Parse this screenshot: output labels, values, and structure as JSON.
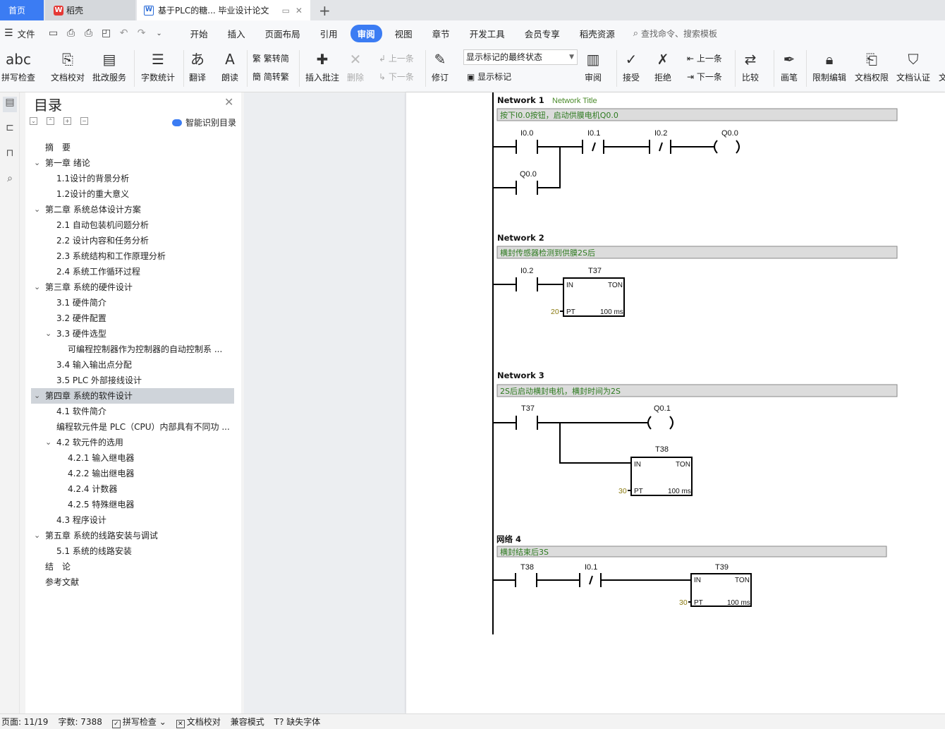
{
  "tabs": {
    "home": "首页",
    "daoke": "稻壳",
    "document": "基于PLC的糖... 毕业设计论文"
  },
  "menu": {
    "file": "文件",
    "items": [
      "开始",
      "插入",
      "页面布局",
      "引用",
      "审阅",
      "视图",
      "章节",
      "开发工具",
      "会员专享",
      "稻壳资源"
    ],
    "active": "审阅",
    "search_placeholder": "查找命令、搜索模板"
  },
  "ribbon": {
    "spell_check": "拼写检查",
    "doc_proof": "文档校对",
    "batch_service": "批改服务",
    "word_count": "字数统计",
    "translate": "翻译",
    "read_aloud": "朗读",
    "to_traditional": "繁转简",
    "to_simplified": "简转繁",
    "insert_comment": "插入批注",
    "delete": "删除",
    "prev_comment": "上一条",
    "next_comment": "下一条",
    "track_changes": "修订",
    "display_state": "显示标记的最终状态",
    "show_markup": "显示标记",
    "review": "审阅",
    "accept": "接受",
    "reject": "拒绝",
    "prev_change": "上一条",
    "next_change": "下一条",
    "compare": "比较",
    "pen": "画笔",
    "restrict_edit": "限制编辑",
    "doc_permission": "文档权限",
    "doc_auth": "文档认证",
    "more": "文"
  },
  "nav": {
    "title": "目录",
    "smart_toc": "智能识别目录",
    "items": [
      {
        "text": "摘　要",
        "level": 0,
        "chevron": false
      },
      {
        "text": "第一章  绪论",
        "level": 0,
        "chevron": true
      },
      {
        "text": "1.1设计的背景分析",
        "level": 1,
        "chevron": false
      },
      {
        "text": "1.2设计的重大意义",
        "level": 1,
        "chevron": false
      },
      {
        "text": "第二章  系统总体设计方案",
        "level": 0,
        "chevron": true
      },
      {
        "text": "2.1  自动包装机问题分析",
        "level": 1,
        "chevron": false
      },
      {
        "text": "2.2  设计内容和任务分析",
        "level": 1,
        "chevron": false
      },
      {
        "text": "2.3  系统结构和工作原理分析",
        "level": 1,
        "chevron": false
      },
      {
        "text": "2.4  系统工作循环过程",
        "level": 1,
        "chevron": false
      },
      {
        "text": "第三章  系统的硬件设计",
        "level": 0,
        "chevron": true
      },
      {
        "text": "3.1  硬件简介",
        "level": 1,
        "chevron": false
      },
      {
        "text": "3.2  硬件配置",
        "level": 1,
        "chevron": false
      },
      {
        "text": "3.3  硬件选型",
        "level": 1,
        "chevron": true
      },
      {
        "text": "可编程控制器作为控制器的自动控制系 ...",
        "level": 2,
        "chevron": false
      },
      {
        "text": "3.4  输入输出点分配",
        "level": 1,
        "chevron": false
      },
      {
        "text": "3.5 PLC 外部接线设计",
        "level": 1,
        "chevron": false
      },
      {
        "text": "第四章  系统的软件设计",
        "level": 0,
        "chevron": true,
        "selected": true
      },
      {
        "text": "4.1  软件简介",
        "level": 1,
        "chevron": false
      },
      {
        "text": "编程软元件是 PLC（CPU）内部具有不同功 ...",
        "level": 1,
        "chevron": false
      },
      {
        "text": "4.2  软元件的选用",
        "level": 1,
        "chevron": true
      },
      {
        "text": "4.2.1  输入继电器",
        "level": 2,
        "chevron": false
      },
      {
        "text": "4.2.2  输出继电器",
        "level": 2,
        "chevron": false
      },
      {
        "text": "4.2.4  计数器",
        "level": 2,
        "chevron": false
      },
      {
        "text": "4.2.5  特殊继电器",
        "level": 2,
        "chevron": false
      },
      {
        "text": "4.3  程序设计",
        "level": 1,
        "chevron": false
      },
      {
        "text": "第五章  系统的线路安装与调试",
        "level": 0,
        "chevron": true
      },
      {
        "text": "5.1  系统的线路安装",
        "level": 1,
        "chevron": false
      },
      {
        "text": "结　论",
        "level": 0,
        "chevron": false
      },
      {
        "text": "参考文献",
        "level": 0,
        "chevron": false
      }
    ]
  },
  "ladder": {
    "n1": {
      "head": "Network 1",
      "title": "Network Title",
      "comment": "按下I0.0按钮，启动供膜电机Q0.0",
      "c1": "I0.0",
      "c2": "I0.1",
      "c3": "I0.2",
      "coil": "Q0.0",
      "c4": "Q0.0"
    },
    "n2": {
      "head": "Network 2",
      "comment": "横封传感器检测到供膜2S后",
      "c1": "I0.2",
      "timer": "T37",
      "in": "IN",
      "ton": "TON",
      "pt_val": "20",
      "pt": "PT",
      "ms": "100 ms"
    },
    "n3": {
      "head": "Network 3",
      "comment": "2S后启动横封电机，横封时间为2S",
      "c1": "T37",
      "coil": "Q0.1",
      "timer": "T38",
      "in": "IN",
      "ton": "TON",
      "pt_val": "30",
      "pt": "PT",
      "ms": "100 ms"
    },
    "n4": {
      "head": "网络 4",
      "comment": "横封结束后3S",
      "c1": "T38",
      "c2": "I0.1",
      "timer": "T39",
      "in": "IN",
      "ton": "TON",
      "pt_val": "30",
      "pt": "PT",
      "ms": "100 ms"
    }
  },
  "status": {
    "page": "页面: 11/19",
    "words": "字数: 7388",
    "spell": "拼写检查",
    "proof": "文档校对",
    "compat": "兼容模式",
    "missing_font": "缺失字体"
  }
}
